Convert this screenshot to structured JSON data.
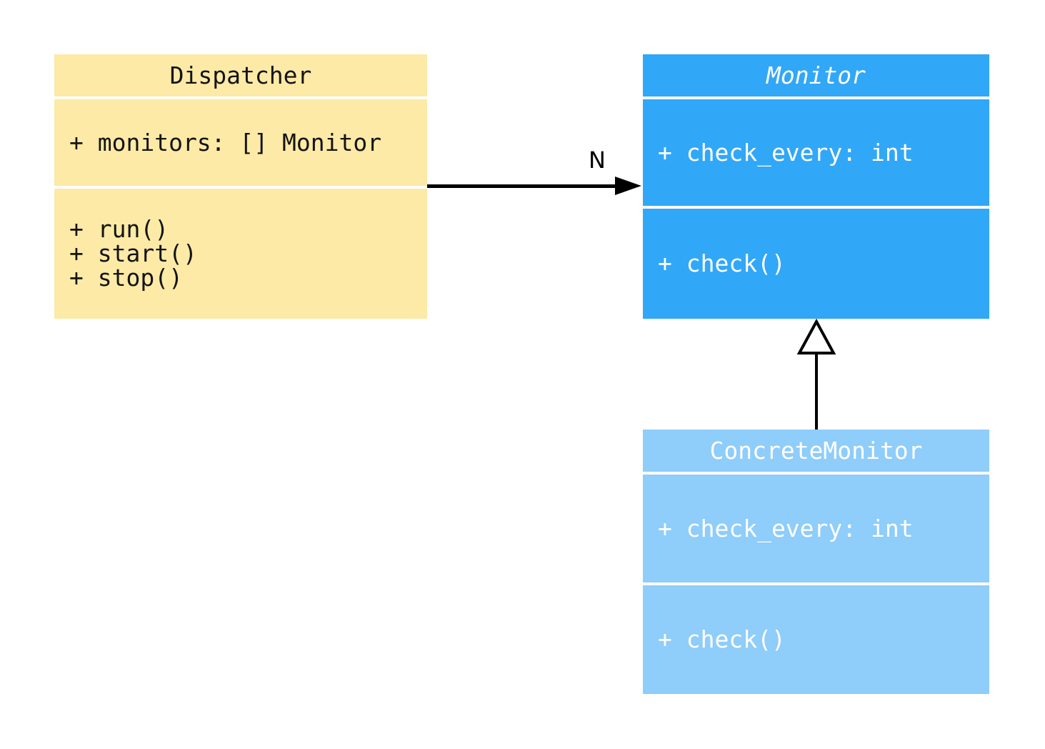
{
  "diagram": {
    "classes": [
      {
        "name": "Dispatcher",
        "abstract": false,
        "fill": "#FCEAA6",
        "text_color": "#141414",
        "attributes": [
          "+ monitors: [] Monitor"
        ],
        "methods": [
          "+ run()",
          "+ start()",
          "+ stop()"
        ]
      },
      {
        "name": "Monitor",
        "abstract": true,
        "fill": "#31A7F8",
        "text_color": "#FFFFFF",
        "attributes": [
          "+ check_every: int"
        ],
        "methods": [
          "+ check()"
        ]
      },
      {
        "name": "ConcreteMonitor",
        "abstract": false,
        "fill": "#8FCDFA",
        "text_color": "#FFFFFF",
        "attributes": [
          "+ check_every: int"
        ],
        "methods": [
          "+ check()"
        ]
      }
    ],
    "relationships": [
      {
        "type": "association",
        "from": "Dispatcher",
        "to": "Monitor",
        "multiplicity_label": "N"
      },
      {
        "type": "inheritance",
        "from": "ConcreteMonitor",
        "to": "Monitor"
      }
    ],
    "colors": {
      "background": "#FFFFFF",
      "line": "#000000",
      "dispatcher_fill": "#FCEAA6",
      "monitor_fill": "#31A7F8",
      "concrete_monitor_fill": "#8FCDFA"
    }
  }
}
